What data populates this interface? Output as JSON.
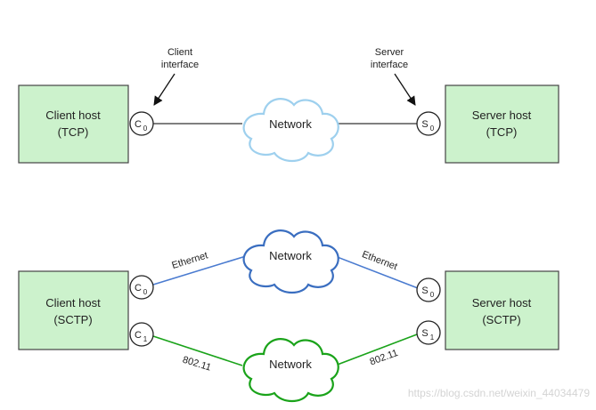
{
  "top": {
    "client_host": {
      "line1": "Client host",
      "line2": "(TCP)"
    },
    "server_host": {
      "line1": "Server host",
      "line2": "(TCP)"
    },
    "client_interface_label": {
      "line1": "Client",
      "line2": "interface"
    },
    "server_interface_label": {
      "line1": "Server",
      "line2": "interface"
    },
    "client_port": {
      "letter": "C",
      "sub": "0"
    },
    "server_port": {
      "letter": "S",
      "sub": "0"
    },
    "network": "Network"
  },
  "bottom": {
    "client_host": {
      "line1": "Client host",
      "line2": "(SCTP)"
    },
    "server_host": {
      "line1": "Server host",
      "line2": "(SCTP)"
    },
    "client_port_0": {
      "letter": "C",
      "sub": "0"
    },
    "client_port_1": {
      "letter": "C",
      "sub": "1"
    },
    "server_port_0": {
      "letter": "S",
      "sub": "0"
    },
    "server_port_1": {
      "letter": "S",
      "sub": "1"
    },
    "network_eth": "Network",
    "network_wifi": "Network",
    "link_eth_left": "Ethernet",
    "link_eth_right": "Ethernet",
    "link_wifi_left": "802.11",
    "link_wifi_right": "802.11"
  },
  "watermark": "https://blog.csdn.net/weixin_44034479",
  "colors": {
    "host_fill": "#ccf2cc",
    "host_stroke": "#444444",
    "cloud_light": "#9ed0ee",
    "cloud_blue": "#3a6ec0",
    "cloud_green": "#1aa31a",
    "link_gray": "#555555",
    "link_blue": "#4a7bd0",
    "link_green": "#1aa31a"
  }
}
